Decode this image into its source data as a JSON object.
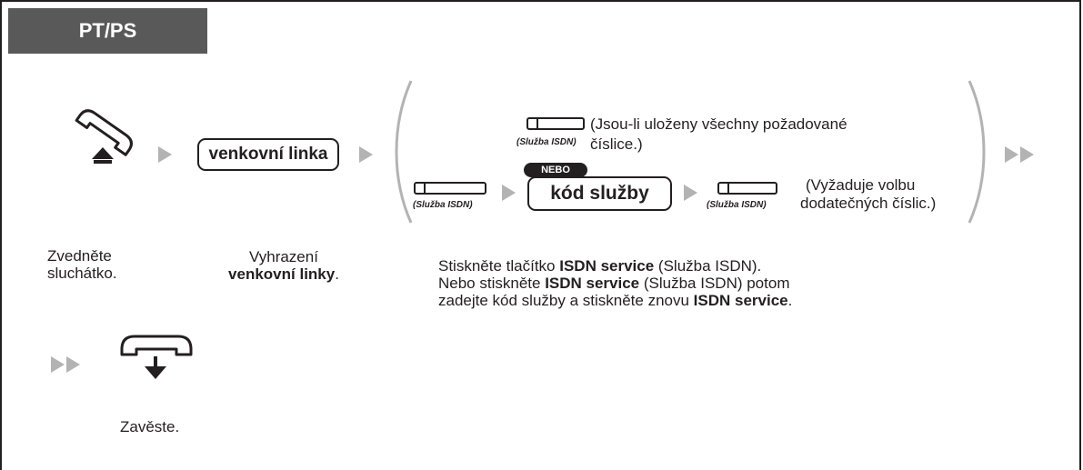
{
  "header": {
    "title": "PT/PS"
  },
  "steps": {
    "lift": {
      "caption": "Zvedněte sluchátko."
    },
    "line": {
      "box_label": "venkovní linka",
      "caption_line1": "Vyhrazení",
      "caption_bold": "venkovní linky",
      "caption_end": "."
    },
    "option_a": {
      "key_label": "(Služba ISDN)",
      "note_line1": "(Jsou-li uloženy všechny požadované",
      "note_line2": "číslice.)"
    },
    "or_label": "NEBO",
    "option_b": {
      "key1_label": "(Služba ISDN)",
      "code_box": "kód služby",
      "key2_label": "(Služba ISDN)",
      "note_line1": "(Vyžaduje volbu",
      "note_line2": "dodatečných číslic.)"
    },
    "instruction": {
      "l1_a": "Stiskněte tlačítko ",
      "l1_b": "ISDN service",
      "l1_c": " (Služba ISDN).",
      "l2_a": "Nebo stiskněte ",
      "l2_b": "ISDN service",
      "l2_c": " (Služba ISDN) potom",
      "l3_a": "zadejte kód služby a stiskněte znovu ",
      "l3_b": "ISDN service",
      "l3_c": "."
    },
    "hangup": {
      "caption": "Zavěste."
    }
  },
  "colors": {
    "tab_bg": "#595959",
    "arrow": "#b3b3b3",
    "ink": "#231f20"
  }
}
